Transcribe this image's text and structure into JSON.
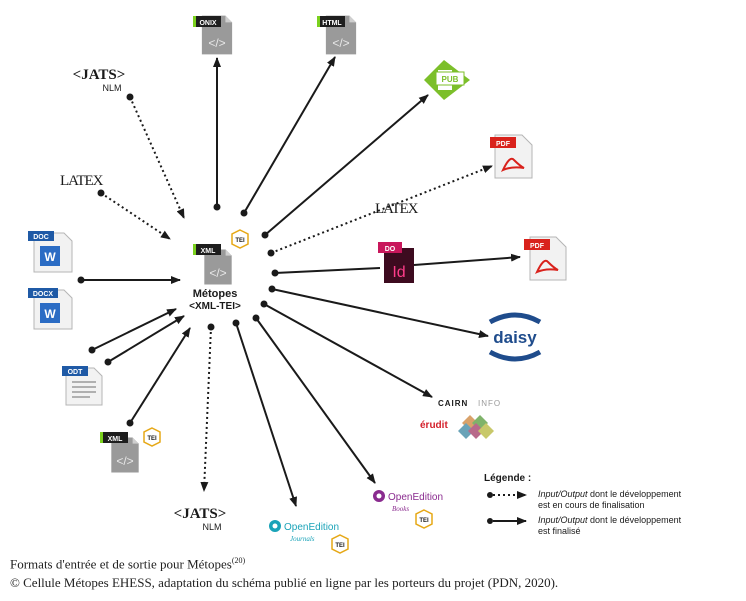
{
  "center": {
    "tag": "XML",
    "tei": "TEI",
    "title": "Métopes",
    "subtitle": "<XML-TEI>"
  },
  "icons": {
    "onix": "ONIX",
    "html": "HTML",
    "epub": "PUB",
    "pdf": "PDF",
    "indesign_tag": "DO",
    "indesign": "Id",
    "doc": "DOC",
    "docx": "DOCX",
    "odt": "ODT",
    "xml": "XML",
    "tei": "TEI",
    "code": "</>"
  },
  "labels": {
    "jats": "<JATS>",
    "nlm": "NLM",
    "latex": "LATEX",
    "daisy": "daisy",
    "cairn": "CAIRN",
    "cairn_info": "INFO",
    "erudit": "érudit",
    "openedition": "OpenEdition",
    "journals": "Journals",
    "books": "Books"
  },
  "legend": {
    "title": "Légende :",
    "dotted_italic": "Input/Output",
    "dotted_rest": " dont le développement",
    "dotted_line2": "est en cours de finalisation",
    "solid_italic": "Input/Output",
    "solid_rest": " dont le développement",
    "solid_line2": "est finalisé"
  },
  "caption": {
    "line1": "Formats d'entrée et de sortie pour Métopes",
    "note": "(20)",
    "line2": "© Cellule Métopes EHESS, adaptation du schéma publié en ligne par les porteurs du projet (PDN, 2020)."
  },
  "colors": {
    "arrow": "#1a1a1a",
    "file_grey": "#9a9a9a",
    "tag_dark": "#1e1e1e",
    "tag_green": "#7bd11e",
    "tei_yellow": "#e6a817",
    "pdf_red": "#d9221c",
    "epub_green": "#7cbf2a",
    "indesign": "#c8175b",
    "daisy_blue": "#1f4c8c",
    "openedition_teal": "#1aa3b8",
    "openedition_purple": "#8a2b8f",
    "erudit_red": "#d41f2a"
  }
}
